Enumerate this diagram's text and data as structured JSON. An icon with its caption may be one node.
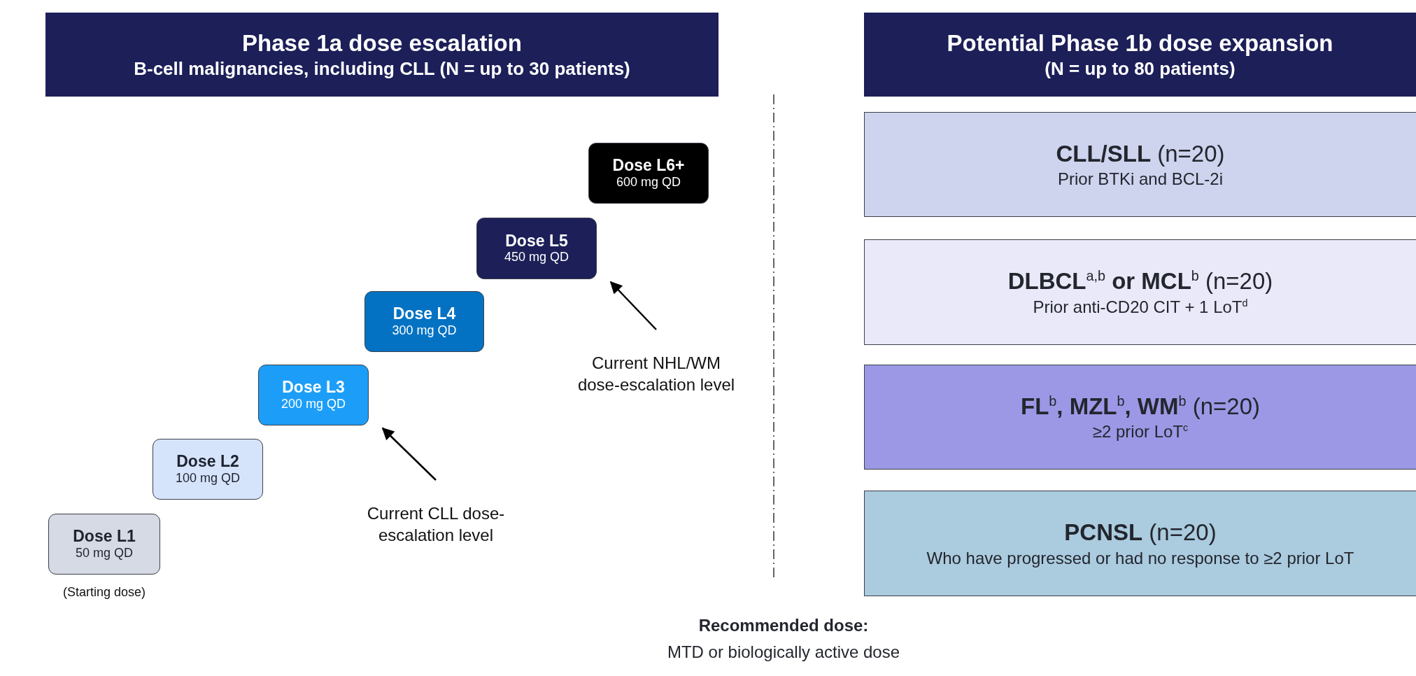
{
  "diagram": {
    "nodes": [
      {
        "text": [
          "Phase 1a dose escalation",
          "B-cell malignancies, including CLL (N = up to 30 patients)"
        ]
      },
      {
        "text": [
          "Potential Phase 1b dose expansion",
          "(N = up to 80 patients)"
        ]
      },
      {
        "text": [
          "Dose L1",
          "50 mg QD"
        ],
        "beside": [
          "(Starting dose)"
        ]
      },
      {
        "text": [
          "Dose L2",
          "100 mg QD"
        ]
      },
      {
        "text": [
          "Dose L3",
          "200 mg QD"
        ]
      },
      {
        "text": [
          "Dose L4",
          "300 mg QD"
        ]
      },
      {
        "text": [
          "Dose L5",
          "450 mg QD"
        ]
      },
      {
        "text": [
          "Dose L6+",
          "600 mg QD"
        ]
      },
      {
        "text": [
          "Current CLL dose-escalation level"
        ]
      },
      {
        "text": [
          "Current NHL/WM dose-escalation level"
        ]
      },
      {
        "text": [
          "**CLL/SLL** (n=20)",
          "Prior BTKi and BCL-2i"
        ]
      },
      {
        "text": [
          "**DLBCL**$^{a,b}$ **or MCL**$^{b}$ (n=20)",
          "Prior anti-CD20 CIT + 1 LoT$^{d}$"
        ]
      },
      {
        "text": [
          "**FL**$^{b}$**, MZL**$^{b}$**, WM**$^{b}$ (n=20)",
          "≥2 prior LoT$^{c}$"
        ]
      },
      {
        "text": [
          "**PCNSL** (n=20)",
          "Who have progressed or had no response to ≥2 prior LoT"
        ]
      }
    ],
    "edges": [
      {
        "from": 8,
        "to": 4,
        "arrow": "to"
      },
      {
        "from": 9,
        "to": 6,
        "arrow": "to"
      }
    ],
    "labels": [
      "Recommended dose:",
      "MTD or biologically active dose"
    ]
  }
}
